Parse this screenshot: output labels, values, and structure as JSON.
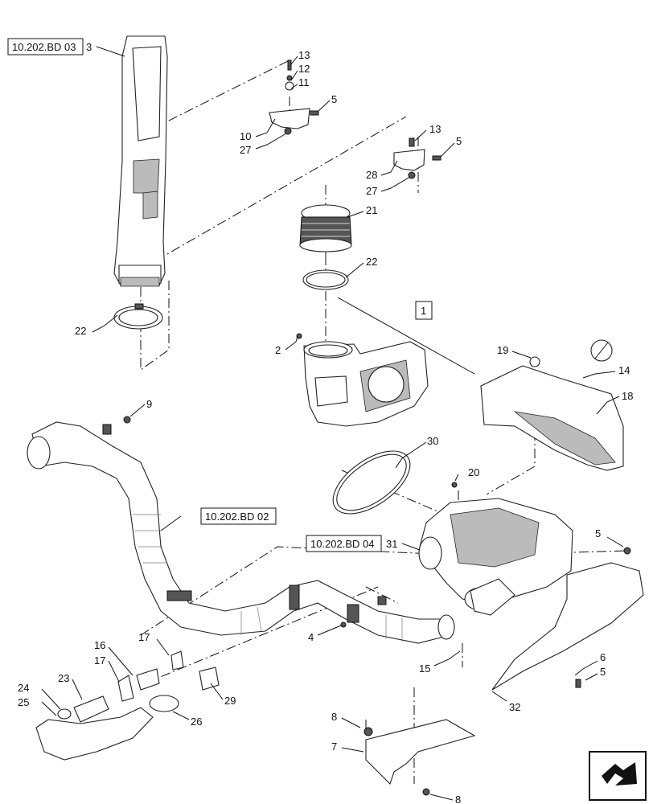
{
  "references": {
    "ref_03": "10.202.BD 03",
    "ref_02": "10.202.BD 02",
    "ref_04": "10.202.BD 04"
  },
  "assembly_box": "1",
  "callouts": {
    "c3": "3",
    "c13a": "13",
    "c12": "12",
    "c11": "11",
    "c5a": "5",
    "c10": "10",
    "c27a": "27",
    "c13b": "13",
    "c5b": "5",
    "c28": "28",
    "c27b": "27",
    "c21": "21",
    "c22a": "22",
    "c22b": "22",
    "c2": "2",
    "c19": "19",
    "c14": "14",
    "c18": "18",
    "c9": "9",
    "c30": "30",
    "c20": "20",
    "c31": "31",
    "c5c": "5",
    "c4": "4",
    "c15": "15",
    "c6": "6",
    "c5d": "5",
    "c32": "32",
    "c17a": "17",
    "c16": "16",
    "c17b": "17",
    "c23": "23",
    "c24": "24",
    "c25": "25",
    "c26": "26",
    "c29": "29",
    "c8a": "8",
    "c7": "7",
    "c8b": "8"
  },
  "icons": {
    "corner": "next-page-arrow-icon"
  }
}
